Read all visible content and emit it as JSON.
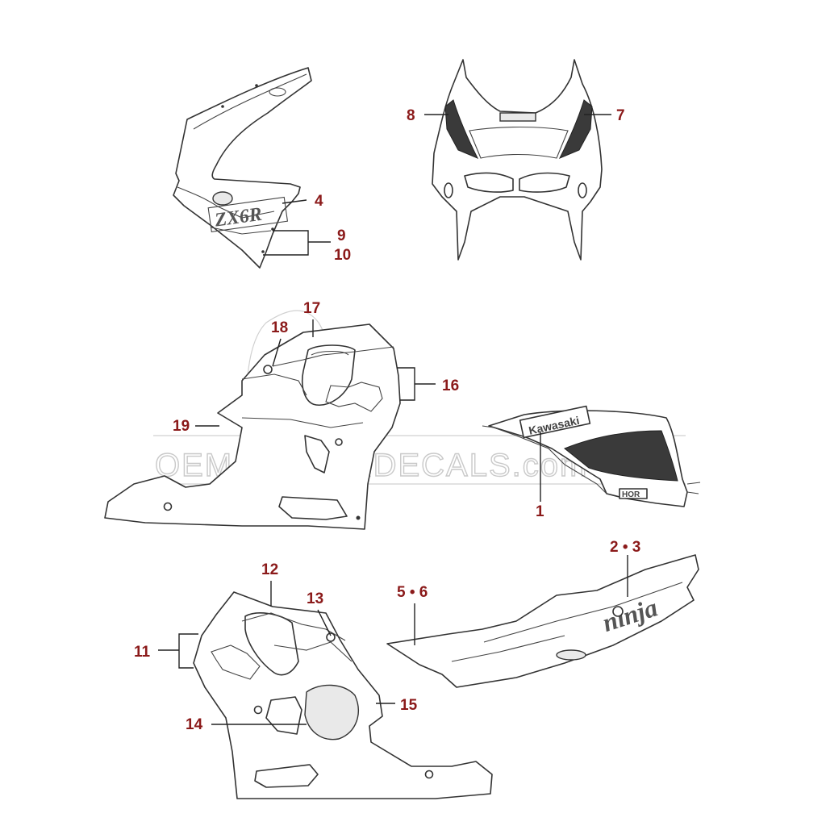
{
  "watermark": {
    "text": "OEM-MOTORDECALS.com"
  },
  "decals": {
    "tank_logo": "Kawasaki",
    "side_model": "ZX6R",
    "tail_logo": "ninja",
    "tank_small": "HOR"
  },
  "callouts": {
    "c1": "1",
    "c23": "2 • 3",
    "c4": "4",
    "c56": "5 • 6",
    "c7": "7",
    "c8": "8",
    "c9": "9",
    "c10": "10",
    "c11": "11",
    "c12": "12",
    "c13": "13",
    "c14": "14",
    "c15": "15",
    "c16": "16",
    "c17": "17",
    "c18": "18",
    "c19": "19"
  },
  "colors": {
    "callout": "#8b1a1a",
    "line": "#333333",
    "watermark": "#c9c9c9"
  }
}
